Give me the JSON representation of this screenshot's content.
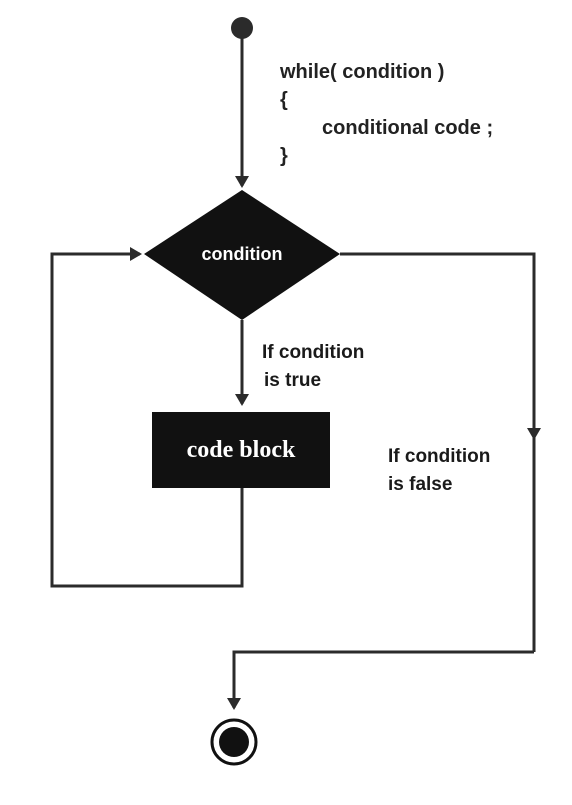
{
  "code": {
    "line1": "while( condition )",
    "line2": "{",
    "line3": "conditional code ;",
    "line4": "}"
  },
  "decision": {
    "label": "condition"
  },
  "process": {
    "label": "code block"
  },
  "labels": {
    "true_line1": "If condition",
    "true_line2": "is true",
    "false_line1": "If condition",
    "false_line2": "is false"
  },
  "colors": {
    "line": "#2b2b2b",
    "node_fill": "#111111",
    "background": "#ffffff"
  }
}
